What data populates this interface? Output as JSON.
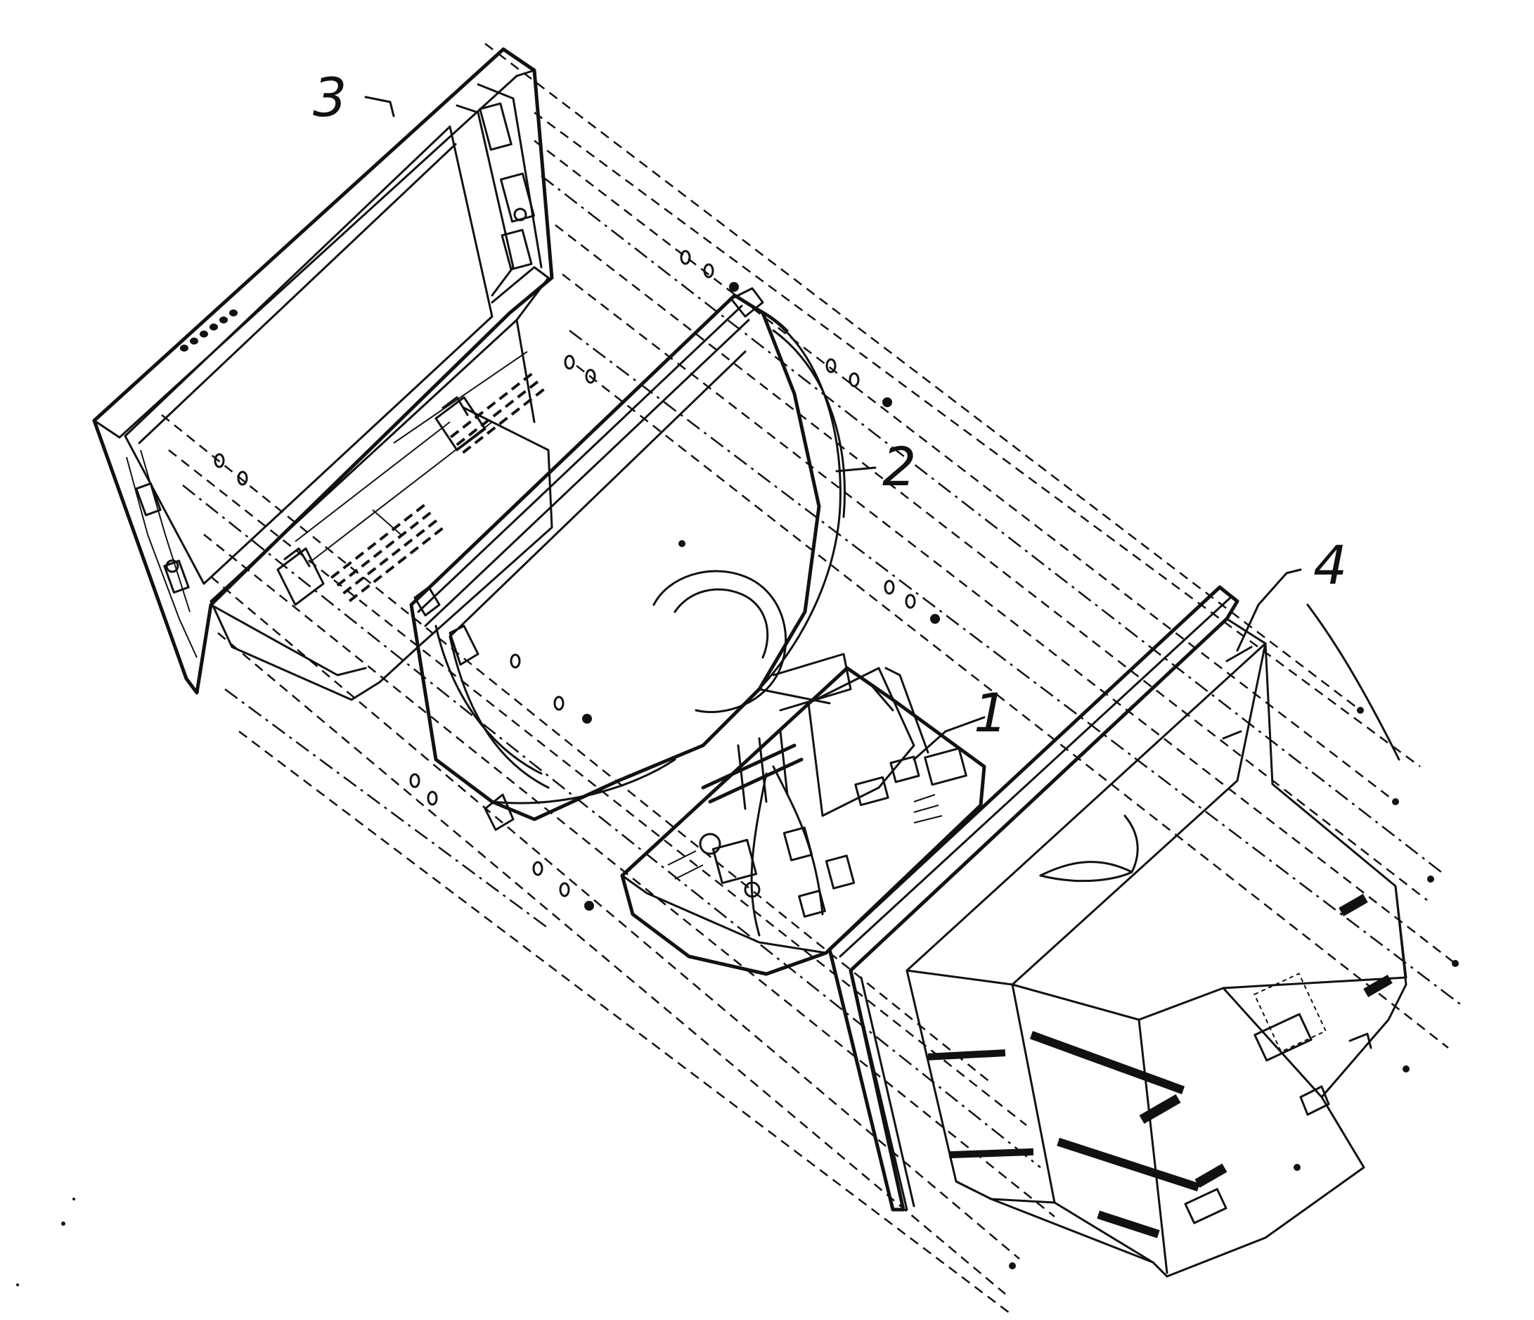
{
  "labels": {
    "part_1": "1",
    "part_2": "2",
    "part_3": "3",
    "part_4": "4"
  },
  "colors": {
    "ink": "#111111",
    "paper": "#ffffff"
  }
}
